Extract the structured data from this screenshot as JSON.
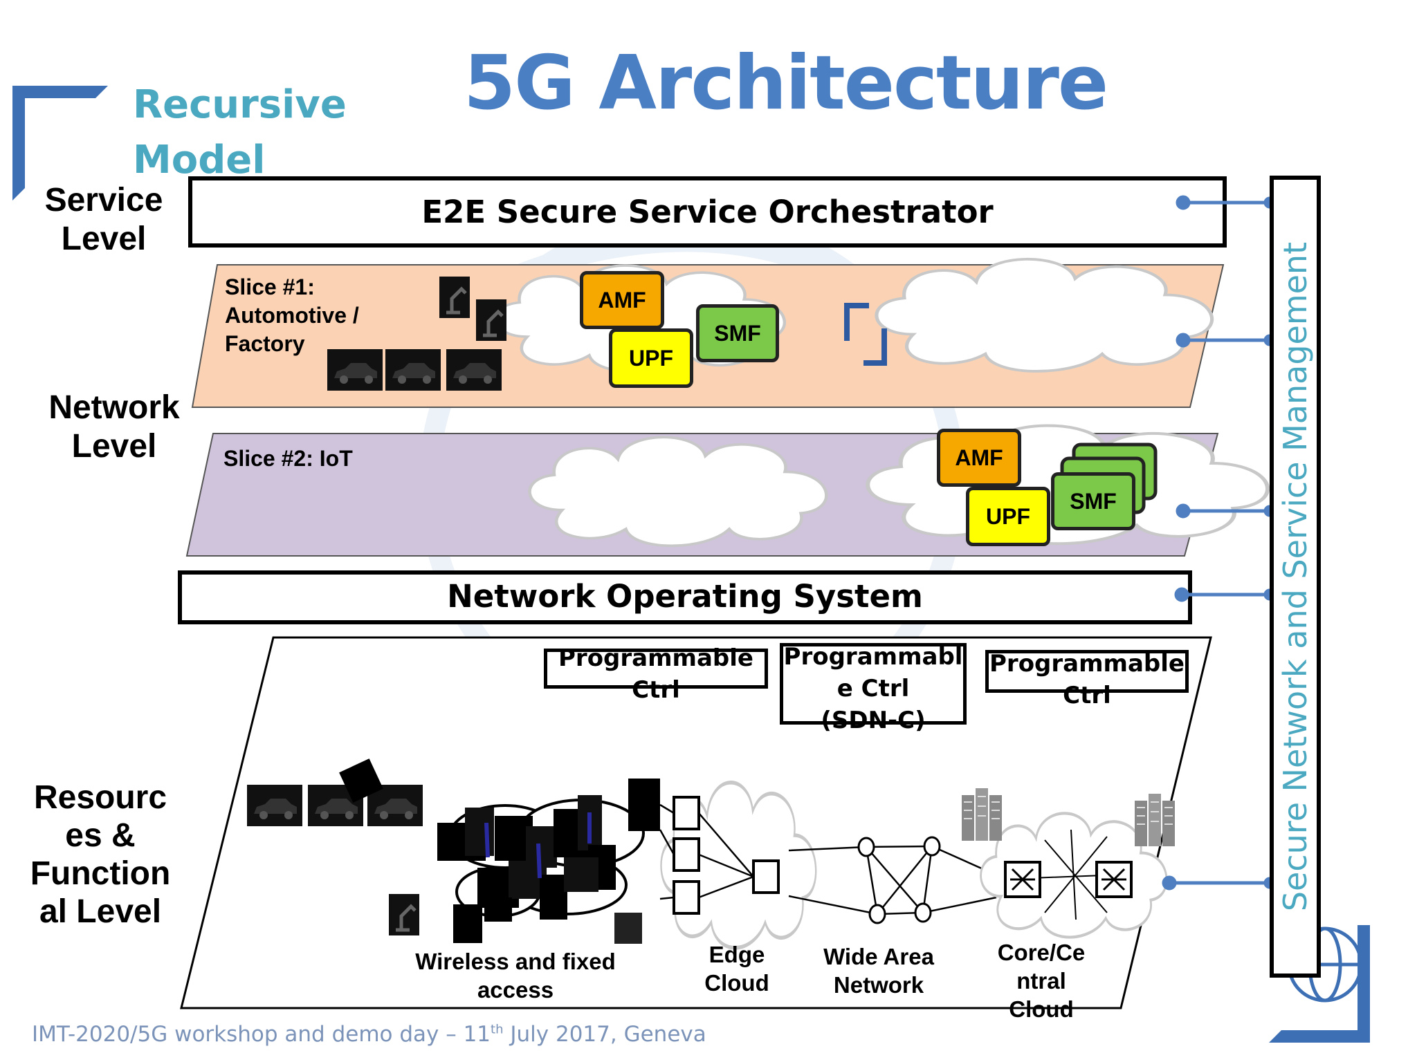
{
  "slide": {
    "title": "5G Architecture",
    "recursive_line1": "Recursive",
    "recursive_line2": "Model",
    "footer_pre": "IMT-2020/5G workshop and demo day – 11",
    "footer_sup": "th",
    "footer_post": "  July 2017, Geneva"
  },
  "levels": {
    "service_l1": "Service",
    "service_l2": "Level",
    "network_l1": "Network",
    "network_l2": "Level",
    "resource_l1": "Resourc",
    "resource_l2": "es &",
    "resource_l3": "Function",
    "resource_l4": "al Level"
  },
  "orchestrator": {
    "label": "E2E Secure Service Orchestrator"
  },
  "slice1": {
    "label_l1": "Slice #1:",
    "label_l2": "Automotive /",
    "label_l3": "Factory",
    "amf": "AMF",
    "upf": "UPF",
    "smf": "SMF",
    "fill": "#fbd3b4"
  },
  "slice2": {
    "label": "Slice #2: IoT",
    "amf": "AMF",
    "upf": "UPF",
    "smf": "SMF",
    "fill": "#cfc4dc"
  },
  "nos": {
    "label": "Network Operating System"
  },
  "resources": {
    "ctrl1_l1": "Programmable",
    "ctrl1_l2": "Ctrl",
    "ctrl2_l1": "Programmabl",
    "ctrl2_l2": "e Ctrl",
    "ctrl2_l3": "(SDN-C)",
    "ctrl3_l1": "Programmable",
    "ctrl3_l2": "Ctrl",
    "wireless_l1": "Wireless and fixed",
    "wireless_l2": "access",
    "edge_l1": "Edge",
    "edge_l2": "Cloud",
    "wan_l1": "Wide Area",
    "wan_l2": "Network",
    "core_l1": "Core/Ce",
    "core_l2": "ntral",
    "core_l3": "Cloud"
  },
  "management": {
    "label": "Secure Network and Service Management"
  },
  "colors": {
    "accent": "#4a7fc4",
    "teal": "#4aa8c0",
    "connector": "#4f7fc0"
  }
}
